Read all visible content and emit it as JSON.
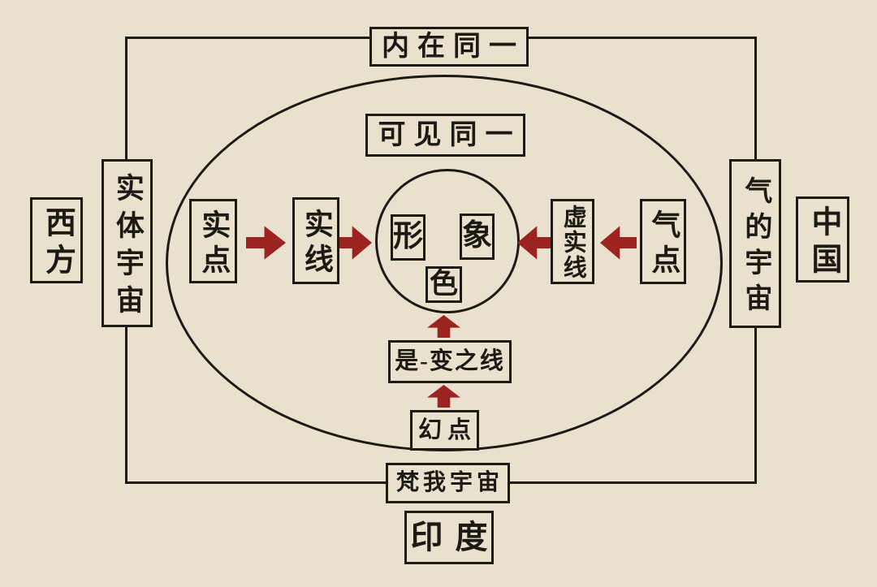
{
  "colors": {
    "background": "#e9e0cd",
    "line": "#1d1a14",
    "box_border": "#1d1a14",
    "text": "#1d1a14",
    "arrow": "#9b2420"
  },
  "nodes": {
    "inner_unity": "内在同一",
    "visible_unity": "可见同一",
    "form": "形",
    "image": "象",
    "color": "色",
    "west": "西方",
    "entity_universe": "实体宇宙",
    "solid_point": "实点",
    "solid_line": "实线",
    "virtual_solid_line": "虚实线",
    "qi_point": "气点",
    "qi_universe": "气的宇宙",
    "china": "中国",
    "being_becoming_line": "是-变之线",
    "illusion_point": "幻点",
    "brahman_universe": "梵我宇宙",
    "india": "印度"
  },
  "arrows": [
    {
      "from": "solid_point",
      "to": "solid_line",
      "direction": "right"
    },
    {
      "from": "solid_line",
      "to": "center_circle",
      "direction": "right"
    },
    {
      "from": "virtual_solid_line",
      "to": "center_circle",
      "direction": "left"
    },
    {
      "from": "qi_point",
      "to": "virtual_solid_line",
      "direction": "left"
    },
    {
      "from": "being_becoming_line",
      "to": "center_circle",
      "direction": "up"
    },
    {
      "from": "illusion_point",
      "to": "being_becoming_line",
      "direction": "up"
    }
  ]
}
